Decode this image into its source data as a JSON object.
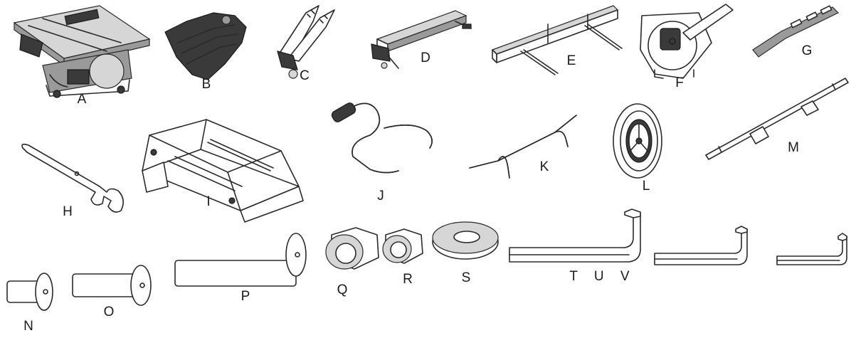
{
  "parts": [
    {
      "id": "A",
      "label": "A"
    },
    {
      "id": "B",
      "label": "B"
    },
    {
      "id": "C",
      "label": "C"
    },
    {
      "id": "D",
      "label": "D"
    },
    {
      "id": "E",
      "label": "E"
    },
    {
      "id": "F",
      "label": "F"
    },
    {
      "id": "G",
      "label": "G"
    },
    {
      "id": "H",
      "label": "H"
    },
    {
      "id": "I",
      "label": "I"
    },
    {
      "id": "J",
      "label": "J"
    },
    {
      "id": "K",
      "label": "K"
    },
    {
      "id": "L",
      "label": "L"
    },
    {
      "id": "M",
      "label": "M"
    },
    {
      "id": "N",
      "label": "N"
    },
    {
      "id": "O",
      "label": "O"
    },
    {
      "id": "P",
      "label": "P"
    },
    {
      "id": "Q",
      "label": "Q"
    },
    {
      "id": "R",
      "label": "R"
    },
    {
      "id": "S",
      "label": "S"
    },
    {
      "id": "TUV",
      "label": "T U V"
    }
  ]
}
